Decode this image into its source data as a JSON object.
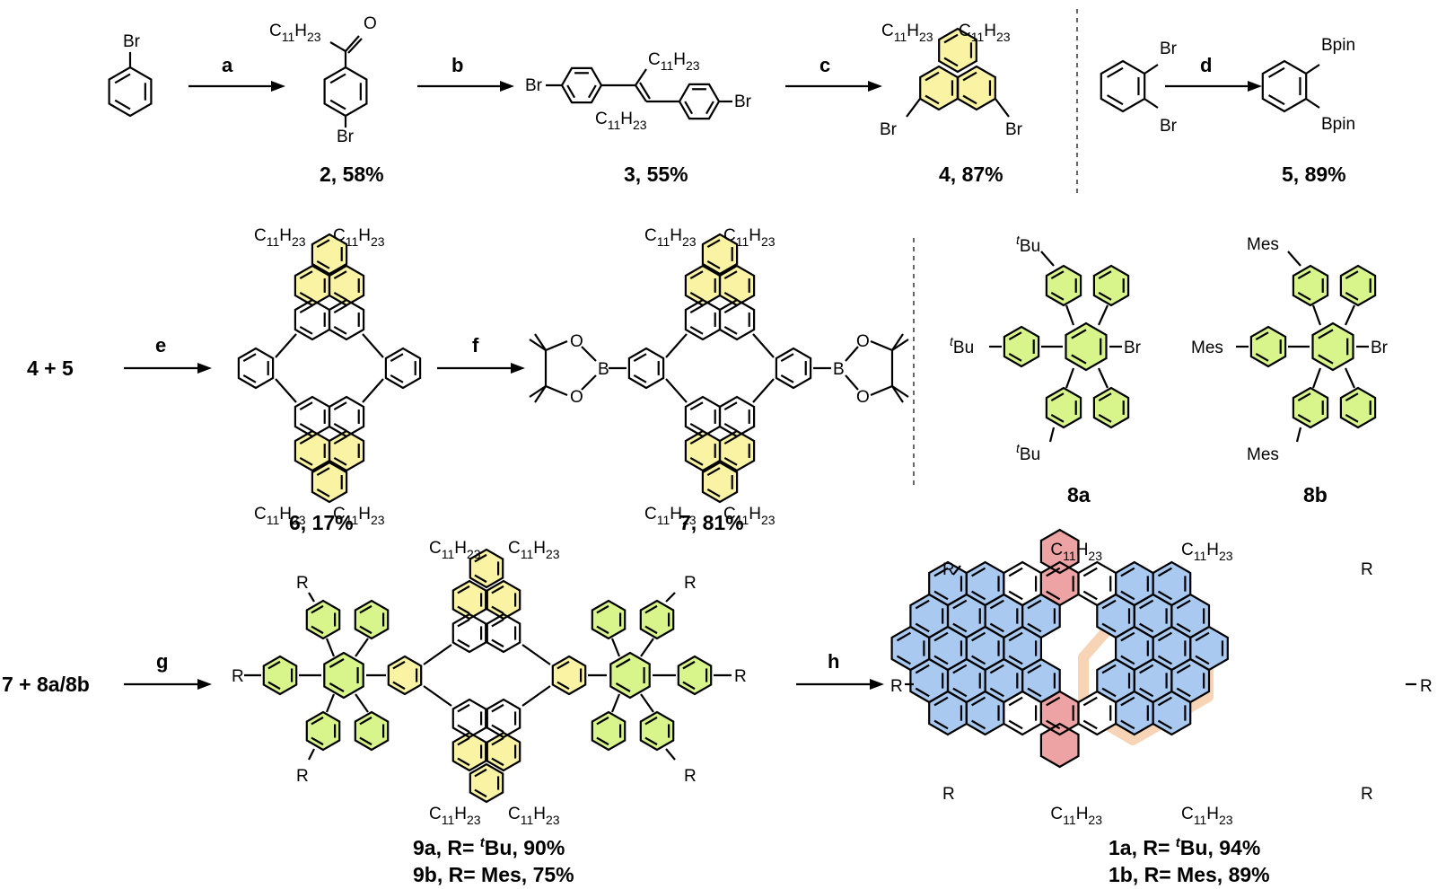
{
  "colors": {
    "yellow": "#f9f3a3",
    "green": "#d8f58b",
    "blue": "#a9c9f0",
    "pink": "#eda3a3",
    "glow": "#f0a060"
  },
  "labels": {
    "br": "Br",
    "c11h23_c": "C",
    "c11h23_11": "11",
    "c11h23_h": "H",
    "c11h23_23": "23",
    "bpin": "Bpin",
    "tbu_t": "t",
    "tbu": "Bu",
    "mes": "Mes",
    "r": "R",
    "o": "O",
    "b": "B",
    "plus45": "4 + 5",
    "plus78": "7 + 8a/8b"
  },
  "steps": [
    "a",
    "b",
    "c",
    "d",
    "e",
    "f",
    "g",
    "h"
  ],
  "compounds": {
    "c2": "2, 58%",
    "c3": "3, 55%",
    "c4": "4, 87%",
    "c5": "5, 89%",
    "c6": "6, 17%",
    "c7": "7, 81%",
    "c8a": "8a",
    "c8b": "8b",
    "c9a": "9a, R= ",
    "c9a_t": "t",
    "c9a_rest": "Bu,   90%",
    "c9b": "9b, R= Mes, 75%",
    "c1a": "1a, R= ",
    "c1a_t": "t",
    "c1a_rest": "Bu,   94%",
    "c1b": "1b, R= Mes, 89%"
  }
}
